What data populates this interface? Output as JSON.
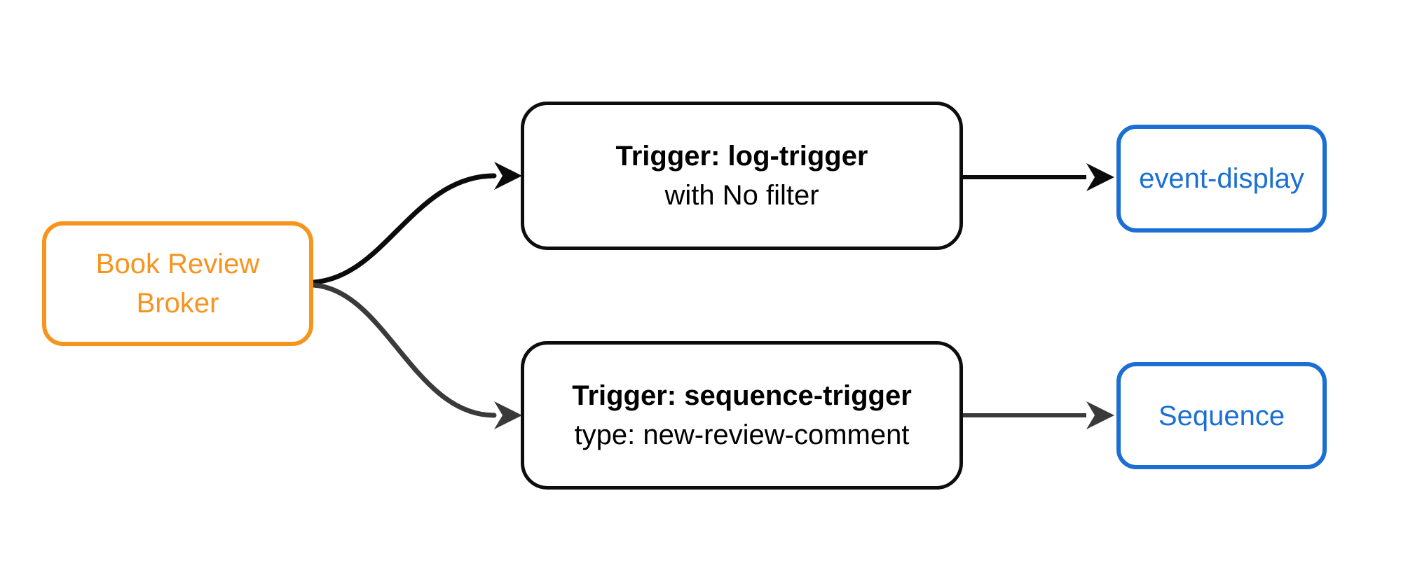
{
  "colors": {
    "background": "#FFFFFF",
    "broker_accent": "#F7941E",
    "endpoint_accent": "#1B6FD4",
    "trigger_border": "#0D0D0D",
    "edge_primary": "#0B0B0B",
    "edge_secondary": "#3A3A3A"
  },
  "diagram": {
    "broker": {
      "line1": "Book Review",
      "line2": "Broker"
    },
    "triggers": [
      {
        "title": "Trigger: log-trigger",
        "subtitle": "with No filter"
      },
      {
        "title": "Trigger: sequence-trigger",
        "subtitle": "type: new-review-comment"
      }
    ],
    "endpoints": [
      {
        "label": "event-display"
      },
      {
        "label": "Sequence"
      }
    ]
  }
}
